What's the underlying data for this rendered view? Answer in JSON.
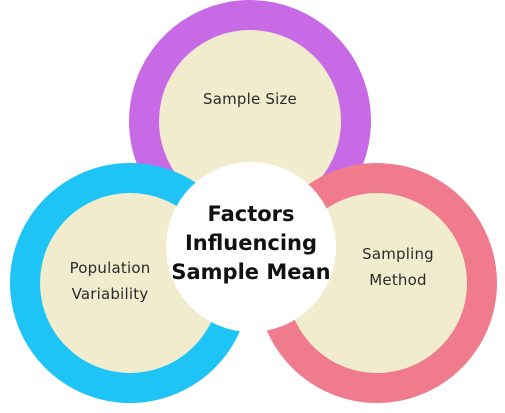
{
  "diagram": {
    "center": {
      "lines": [
        "Factors",
        "Influencing",
        "Sample Mean"
      ]
    },
    "factors": [
      {
        "id": "top",
        "lines": [
          "Sample Size"
        ],
        "ring_color": "#c86ae6",
        "fill_color": "#f1eccd"
      },
      {
        "id": "left",
        "lines": [
          "Population",
          "Variability"
        ],
        "ring_color": "#1ec4f6",
        "fill_color": "#f1eccd"
      },
      {
        "id": "right",
        "lines": [
          "Sampling",
          "Method"
        ],
        "ring_color": "#ef7b8c",
        "fill_color": "#f1eccd"
      }
    ],
    "center_fill": "#ffffff"
  }
}
